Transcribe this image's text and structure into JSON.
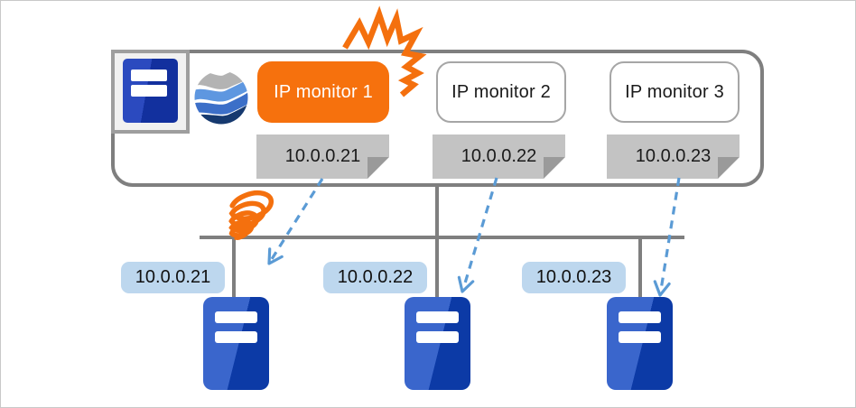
{
  "appliance": {
    "monitors": [
      {
        "label": "IP monitor 1",
        "ip": "10.0.0.21",
        "status": "alert"
      },
      {
        "label": "IP monitor 2",
        "ip": "10.0.0.22",
        "status": "normal"
      },
      {
        "label": "IP monitor 3",
        "ip": "10.0.0.23",
        "status": "normal"
      }
    ]
  },
  "servers": [
    {
      "ip": "10.0.0.21"
    },
    {
      "ip": "10.0.0.22"
    },
    {
      "ip": "10.0.0.23"
    }
  ],
  "icons": {
    "globe-icon": "wavy-stripe sphere logo",
    "appliance-server-icon": "navy server box in gray frame",
    "server-icon": "blue server box with two white slots",
    "explosion-icon": "orange jagged spark burst",
    "coil-icon": "orange scribbled coil marking broken link",
    "note-icon": "gray sticky note with folded corner"
  },
  "colors": {
    "accent_orange": "#f4700e",
    "monitor_alert_fill": "#f6710d",
    "note_fill": "#c3c3c3",
    "note_fold": "#9a9a9a",
    "ip_label_fill": "#bdd7ee",
    "server_blue_light": "#3a66cc",
    "server_blue_dark": "#0c3aa6",
    "appliance_navy": "#12309e",
    "line_gray": "#7f7f7f",
    "arrow_blue": "#5b9bd5"
  }
}
